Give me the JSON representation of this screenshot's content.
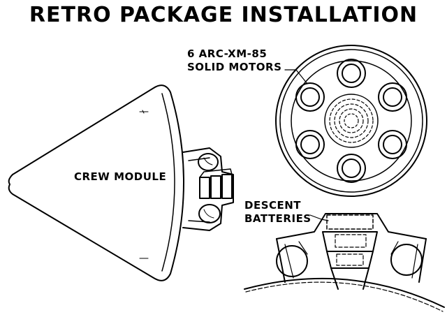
{
  "title": "RETRO PACKAGE INSTALLATION",
  "labels": {
    "motors_line1": "6 ARC-XM-85",
    "motors_line2": "SOLID MOTORS",
    "crew_module": "CREW MODULE",
    "batteries_line1": "DESCENT",
    "batteries_line2": "BATTERIES"
  },
  "colors": {
    "ink": "#000000",
    "background": "#ffffff"
  }
}
